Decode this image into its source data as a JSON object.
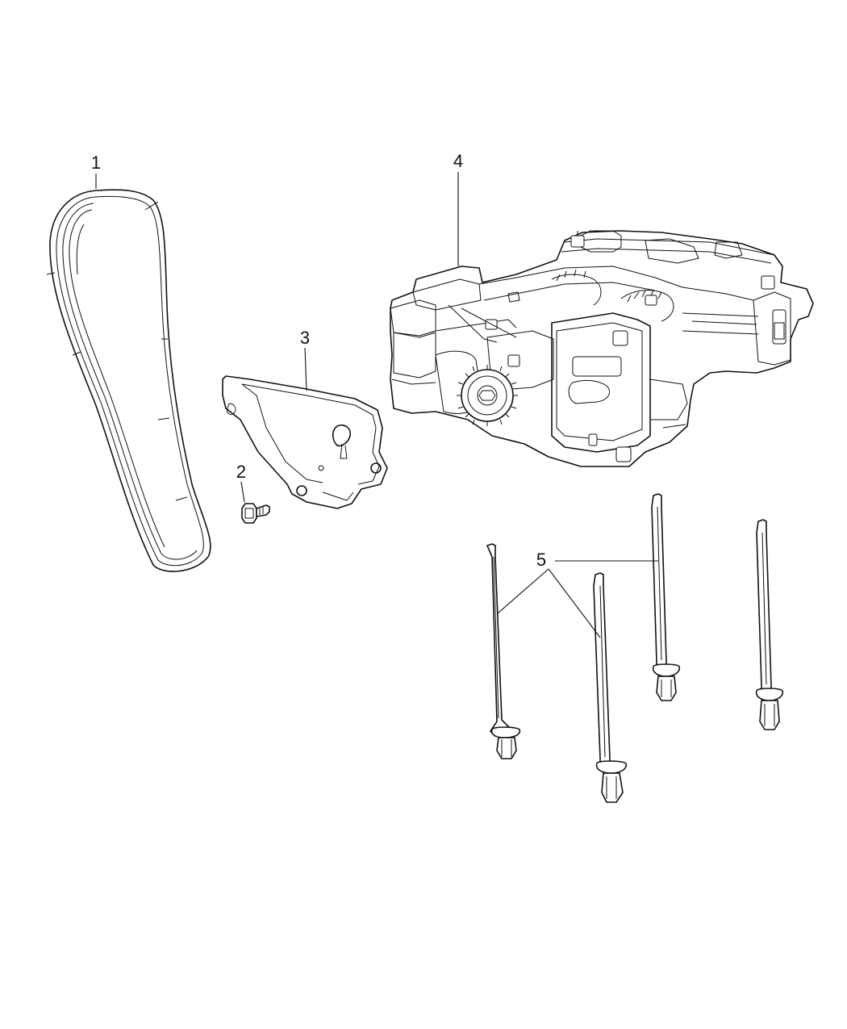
{
  "callouts": {
    "c1": "1",
    "c2": "2",
    "c3": "3",
    "c4": "4",
    "c5": "5"
  },
  "colors": {
    "line": "#111111",
    "background": "#ffffff"
  }
}
